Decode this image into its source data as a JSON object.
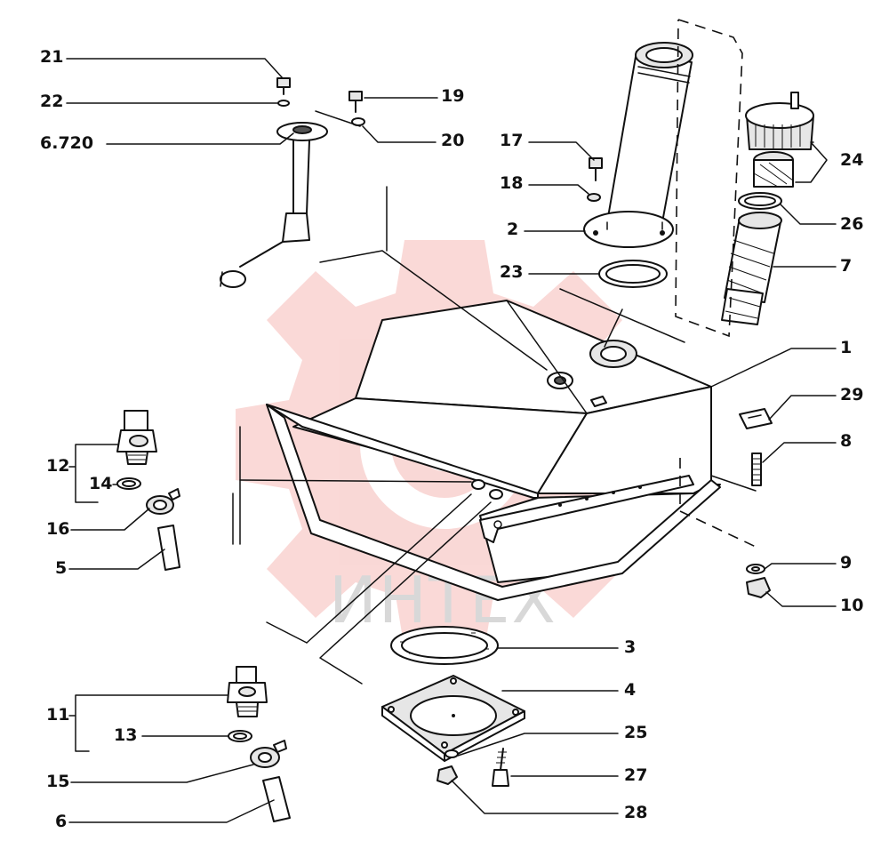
{
  "watermark": {
    "text": "ИНТЕХ",
    "color": "#e8504a"
  },
  "callouts": [
    {
      "id": "c21",
      "label": "21"
    },
    {
      "id": "c22",
      "label": "22"
    },
    {
      "id": "c6720",
      "label": "6.720"
    },
    {
      "id": "c19",
      "label": "19"
    },
    {
      "id": "c20",
      "label": "20"
    },
    {
      "id": "c17",
      "label": "17"
    },
    {
      "id": "c18",
      "label": "18"
    },
    {
      "id": "c2",
      "label": "2"
    },
    {
      "id": "c23",
      "label": "23"
    },
    {
      "id": "c24",
      "label": "24"
    },
    {
      "id": "c26",
      "label": "26"
    },
    {
      "id": "c7",
      "label": "7"
    },
    {
      "id": "c1",
      "label": "1"
    },
    {
      "id": "c29",
      "label": "29"
    },
    {
      "id": "c8",
      "label": "8"
    },
    {
      "id": "c12",
      "label": "12"
    },
    {
      "id": "c14",
      "label": "14"
    },
    {
      "id": "c16",
      "label": "16"
    },
    {
      "id": "c5",
      "label": "5"
    },
    {
      "id": "c9",
      "label": "9"
    },
    {
      "id": "c10",
      "label": "10"
    },
    {
      "id": "c3",
      "label": "3"
    },
    {
      "id": "c4",
      "label": "4"
    },
    {
      "id": "c25",
      "label": "25"
    },
    {
      "id": "c27",
      "label": "27"
    },
    {
      "id": "c28",
      "label": "28"
    },
    {
      "id": "c11",
      "label": "11"
    },
    {
      "id": "c13",
      "label": "13"
    },
    {
      "id": "c15",
      "label": "15"
    },
    {
      "id": "c6",
      "label": "6"
    }
  ]
}
